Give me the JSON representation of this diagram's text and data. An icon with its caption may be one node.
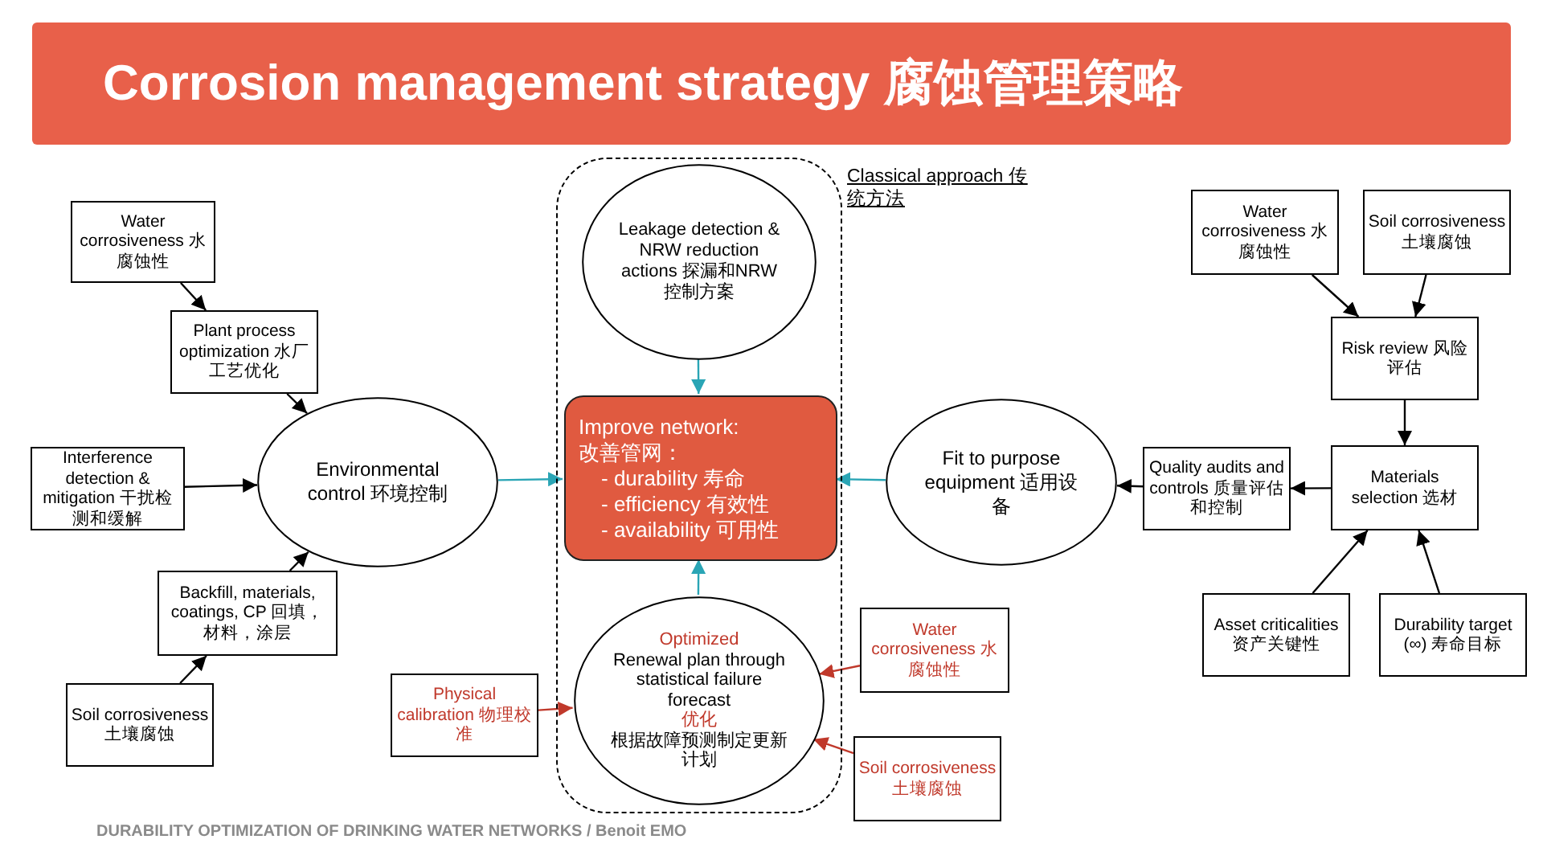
{
  "diagram": {
    "title": "Corrosion management strategy 腐蚀管理策略",
    "nodes": [
      {
        "text": [
          "Water corrosiveness 水腐蚀性"
        ]
      },
      {
        "text": [
          "Plant process optimization 水厂工艺优化"
        ]
      },
      {
        "text": [
          "Interference detection & mitigation 干扰检测和缓解"
        ]
      },
      {
        "text": [
          "Environmental control 环境控制"
        ]
      },
      {
        "text": [
          "Backfill, materials, coatings, CP 回填，材料，涂层"
        ]
      },
      {
        "text": [
          "Soil corrosiveness 土壤腐蚀"
        ]
      },
      {
        "text": [
          "Classical approach 传统方法"
        ]
      },
      {
        "text": [
          "Leakage detection & NRW reduction actions 探漏和NRW控制方案"
        ],
        "in": 6
      },
      {
        "text": [
          "Improve network:",
          "改善管网：",
          "- durability 寿命",
          "- efficiency 有效性",
          "- availability 可用性"
        ],
        "in": 6
      },
      {
        "text": [
          "Fit to purpose equipment 适用设备"
        ]
      },
      {
        "text": [
          "Quality audits and controls 质量评估和控制"
        ]
      },
      {
        "text": [
          "Water corrosiveness 水腐蚀性"
        ]
      },
      {
        "text": [
          "Soil corrosiveness 土壤腐蚀"
        ]
      },
      {
        "text": [
          "Risk review 风险评估"
        ]
      },
      {
        "text": [
          "Materials selection 选材"
        ]
      },
      {
        "text": [
          "Asset criticalities 资产关键性"
        ]
      },
      {
        "text": [
          "Durability target (∞) 寿命目标"
        ]
      },
      {
        "text": [
          "Physical calibration 物理校准"
        ]
      },
      {
        "text": [
          "Optimized",
          "Renewal plan through statistical failure forecast",
          "优化",
          "根据故障预测制定更新计划"
        ],
        "in": 6
      },
      {
        "text": [
          "Water corrosiveness 水腐蚀性"
        ]
      },
      {
        "text": [
          "Soil corrosiveness 土壤腐蚀"
        ]
      }
    ],
    "edges": [
      {
        "from": 0,
        "to": 1,
        "arrow": "to"
      },
      {
        "from": 1,
        "to": 3,
        "arrow": "to"
      },
      {
        "from": 2,
        "to": 3,
        "arrow": "to"
      },
      {
        "from": 4,
        "to": 3,
        "arrow": "to"
      },
      {
        "from": 5,
        "to": 4,
        "arrow": "to"
      },
      {
        "from": 3,
        "to": 8,
        "arrow": "to",
        "color": "#2aa5b5"
      },
      {
        "from": 7,
        "to": 8,
        "arrow": "to",
        "color": "#2aa5b5"
      },
      {
        "from": 18,
        "to": 8,
        "arrow": "to",
        "color": "#2aa5b5"
      },
      {
        "from": 9,
        "to": 8,
        "arrow": "to",
        "color": "#2aa5b5"
      },
      {
        "from": 10,
        "to": 9,
        "arrow": "to"
      },
      {
        "from": 14,
        "to": 10,
        "arrow": "to"
      },
      {
        "from": 11,
        "to": 13,
        "arrow": "to"
      },
      {
        "from": 12,
        "to": 13,
        "arrow": "to"
      },
      {
        "from": 13,
        "to": 14,
        "arrow": "to"
      },
      {
        "from": 15,
        "to": 14,
        "arrow": "to"
      },
      {
        "from": 16,
        "to": 14,
        "arrow": "to"
      },
      {
        "from": 17,
        "to": 18,
        "arrow": "to",
        "color": "#c0392b"
      },
      {
        "from": 19,
        "to": 18,
        "arrow": "to",
        "color": "#c0392b"
      },
      {
        "from": 20,
        "to": 18,
        "arrow": "to",
        "color": "#c0392b"
      }
    ],
    "labels": [
      "DURABILITY OPTIMIZATION OF DRINKING WATER NETWORKS / Benoit EMO"
    ]
  }
}
